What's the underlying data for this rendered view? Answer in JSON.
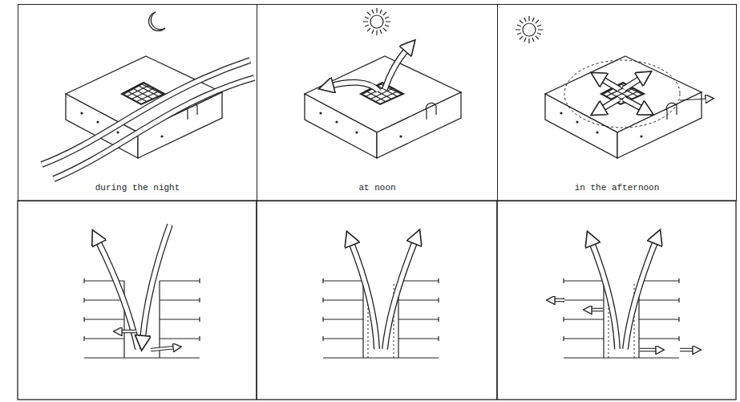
{
  "diagram": {
    "nodes": [
      {
        "text": [
          "during the night"
        ]
      },
      {
        "text": [
          "at noon"
        ]
      },
      {
        "text": [
          "in the afternoon"
        ]
      }
    ]
  }
}
